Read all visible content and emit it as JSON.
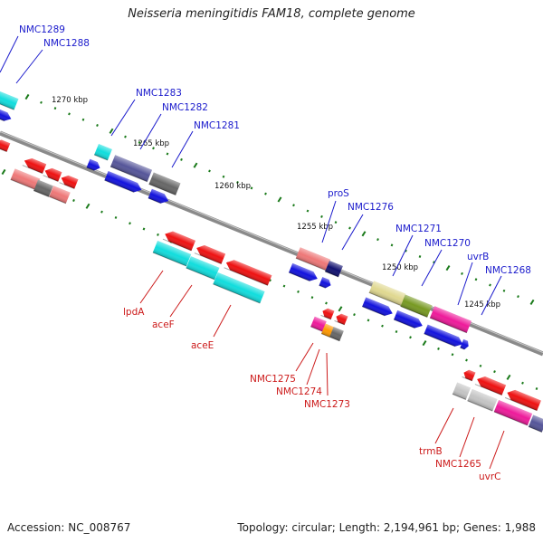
{
  "title": "Neisseria meningitidis FAM18, complete genome",
  "footer": {
    "accession": "Accession: NC_008767",
    "topology": "Topology: circular; Length: 2,194,961 bp; Genes: 1,988"
  },
  "scale_labels": [
    "1270 kbp",
    "1265 kbp",
    "1260 kbp",
    "1255 kbp",
    "1250 kbp",
    "1245 kbp"
  ],
  "forward_gene_labels": [
    "NMC1289",
    "NMC1288",
    "NMC1283",
    "NMC1282",
    "NMC1281",
    "proS",
    "NMC1276",
    "NMC1271",
    "NMC1270",
    "uvrB",
    "NMC1268"
  ],
  "reverse_gene_labels": [
    "lpdA",
    "aceF",
    "aceE",
    "NMC1275",
    "NMC1274",
    "NMC1273",
    "trmB",
    "NMC1265",
    "uvrC"
  ],
  "colors": {
    "forward_label": "#1a1acc",
    "reverse_label": "#cc1a1a",
    "backbone": "#808080",
    "tick": "#1a7a1a"
  }
}
